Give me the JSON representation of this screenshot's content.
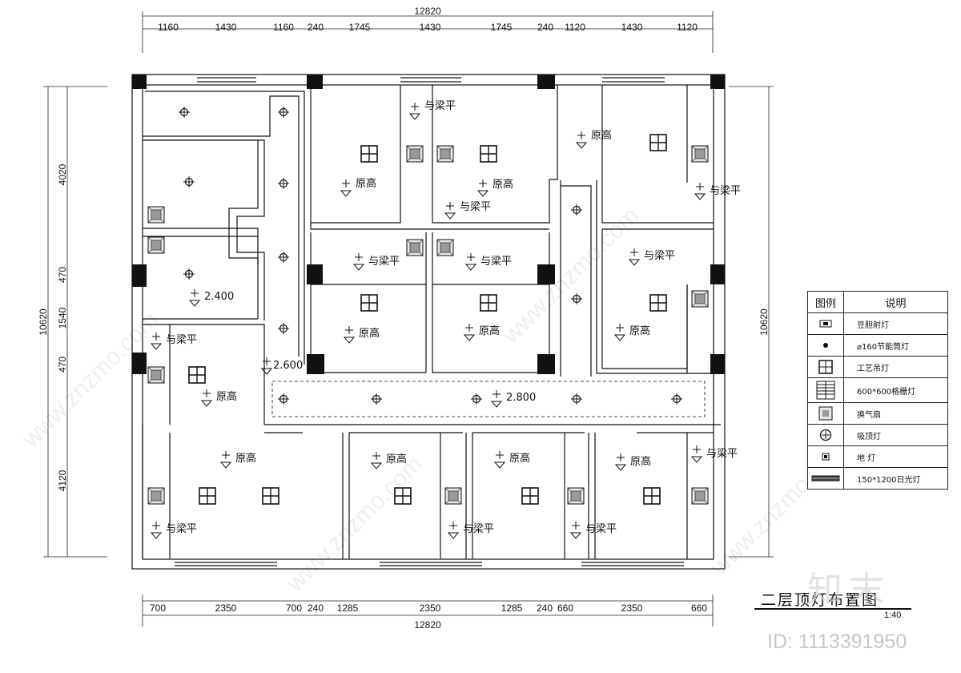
{
  "drawing_title": "二层顶灯布置图",
  "scale": "1:40",
  "overall_width": "12820",
  "overall_height": "10620",
  "top_dims": [
    "1160",
    "1430",
    "1160",
    "240",
    "1745",
    "1430",
    "1745",
    "240",
    "1120",
    "1430",
    "1120"
  ],
  "bottom_dims": [
    "700",
    "2350",
    "700",
    "240",
    "1285",
    "2350",
    "1285",
    "240",
    "660",
    "2350",
    "660"
  ],
  "left_dims": [
    "4020",
    "470",
    "1540",
    "470",
    "4120"
  ],
  "labels": {
    "orig": "原高",
    "beam": "与梁平",
    "h2400": "2.400",
    "h2600": "2.600",
    "h2800": "2.800"
  },
  "legend": {
    "col_symbol": "图例",
    "col_desc": "说明",
    "items": [
      {
        "icon": "spotlight-icon",
        "desc": "豆胆射灯"
      },
      {
        "icon": "downlight-icon",
        "desc": "⌀160节能筒灯"
      },
      {
        "icon": "pendant-lamp-icon",
        "desc": "工艺吊灯"
      },
      {
        "icon": "grille-light-icon",
        "desc": "600*600格栅灯"
      },
      {
        "icon": "exhaust-fan-icon",
        "desc": "换气扇"
      },
      {
        "icon": "ceiling-lamp-icon",
        "desc": "吸顶灯"
      },
      {
        "icon": "floor-light-icon",
        "desc": "地  灯"
      },
      {
        "icon": "fluorescent-icon",
        "desc": "150*1200日光灯"
      }
    ]
  },
  "watermark": "www.znzmo.com",
  "brand": "知末",
  "id_text": "ID: 1113391950"
}
